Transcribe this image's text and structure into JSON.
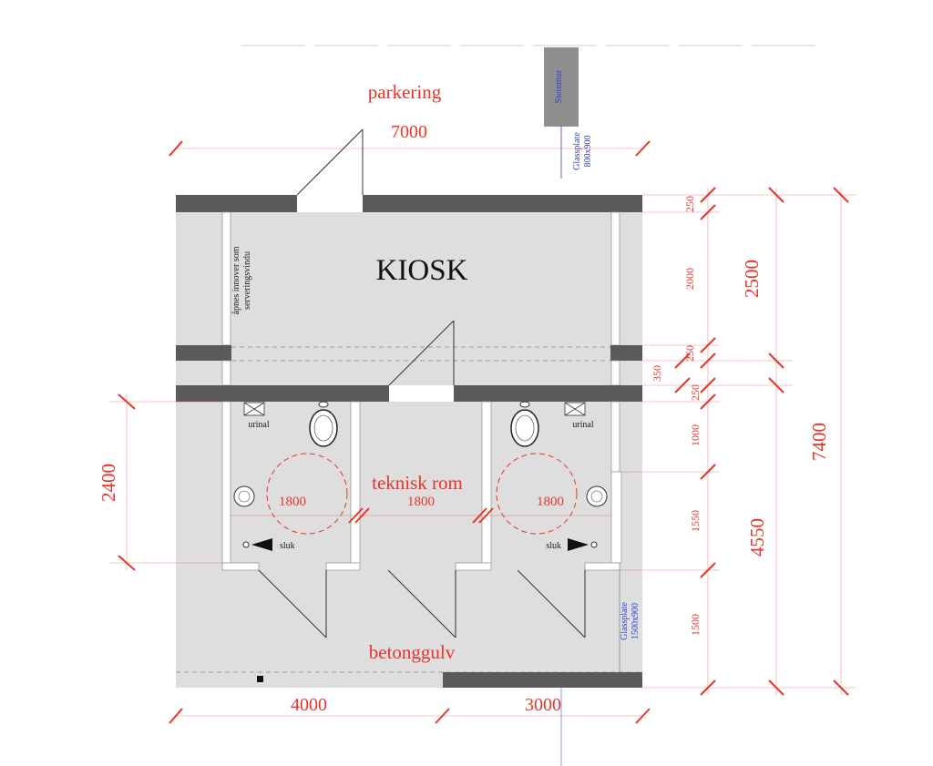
{
  "labels": {
    "parking": "parkering",
    "kiosk": "KIOSK",
    "window_note_1": "åpnes innover som",
    "window_note_2": "serveringsvindu",
    "technical_room": "teknisk rom",
    "floor": "betonggulv",
    "urinal_left": "urinal",
    "urinal_right": "urinal",
    "drain_left": "sluk",
    "drain_right": "sluk",
    "stone_wall": "Steinmur",
    "glass_top_1": "Glassplate",
    "glass_top_2": "800x900",
    "glass_right_1": "Glassplate",
    "glass_right_2": "1500x900"
  },
  "dimensions": {
    "top_total": "7000",
    "bottom_left": "4000",
    "bottom_right": "3000",
    "left_toilet": "2400",
    "circle_left": "1800",
    "circle_middle": "1800",
    "circle_right": "1800",
    "seg_250_a": "250",
    "seg_2000": "2000",
    "seg_250_b": "250",
    "seg_350": "350",
    "seg_250_c": "250",
    "seg_1000": "1000",
    "seg_1550": "1550",
    "seg_1500": "1500",
    "group_2500": "2500",
    "group_4550": "4550",
    "total_7400": "7400"
  }
}
